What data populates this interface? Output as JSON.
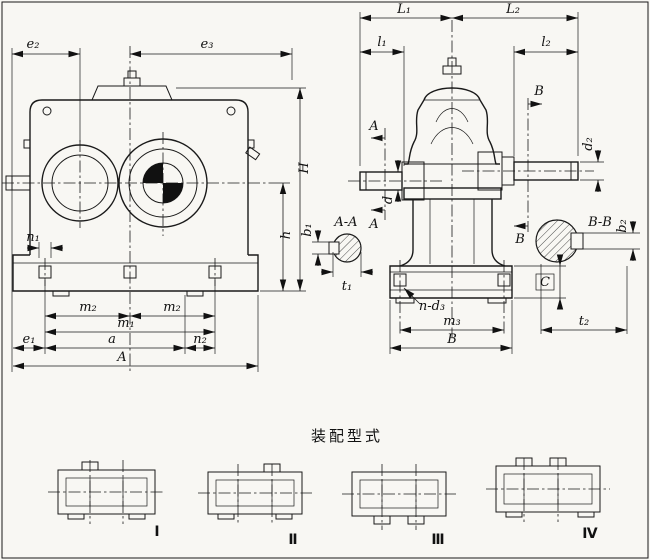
{
  "drawing": {
    "title": "装配型式",
    "dims": {
      "L1": "L₁",
      "L2": "L₂",
      "l1": "l₁",
      "l2": "l₂",
      "e1": "e₁",
      "e2": "e₂",
      "e3": "e₃",
      "H": "H",
      "h": "h",
      "A": "A",
      "B": "B",
      "a": "a",
      "C": "C",
      "d": "d",
      "d2": "d₂",
      "b1": "b₁",
      "b2": "b₂",
      "t1": "t₁",
      "t2": "t₂",
      "m1": "m₁",
      "m2": "m₂",
      "m3": "m₃",
      "n1": "n₁",
      "n2": "n₂",
      "nd3": "n-d₃",
      "sectionAA": "A-A",
      "sectionBB": "B-B"
    },
    "variants": [
      {
        "label": "Ⅰ"
      },
      {
        "label": "Ⅱ"
      },
      {
        "label": "Ⅲ"
      },
      {
        "label": "Ⅳ"
      }
    ]
  }
}
